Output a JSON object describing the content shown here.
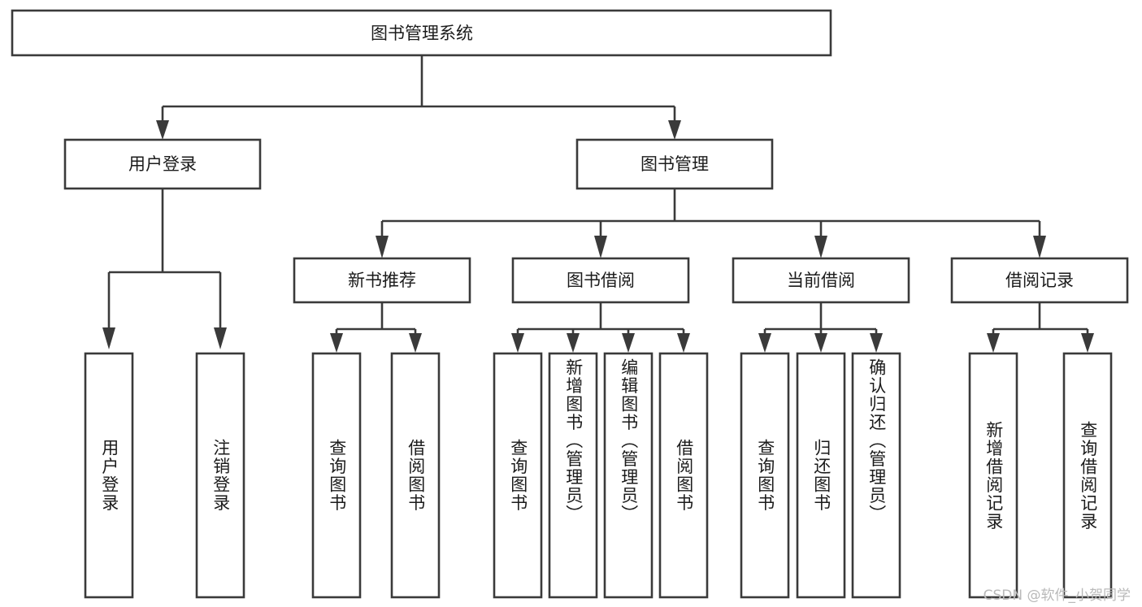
{
  "diagram": {
    "type": "tree-hierarchy-chart",
    "title": "图书管理系统",
    "watermark": "CSDN @软件_小贺同学",
    "colors": {
      "stroke": "#3a3a3a",
      "fill": "#ffffff",
      "text": "#1b1b1b",
      "watermark": "#b9b9b9"
    },
    "levels": {
      "root": {
        "label": "图书管理系统"
      },
      "level2": [
        {
          "label": "用户登录"
        },
        {
          "label": "图书管理"
        }
      ],
      "level3": [
        {
          "label": "新书推荐"
        },
        {
          "label": "图书借阅"
        },
        {
          "label": "当前借阅"
        },
        {
          "label": "借阅记录"
        }
      ]
    },
    "leaves": {
      "user_login": [
        {
          "label": "用户登录"
        },
        {
          "label": "注销登录"
        }
      ],
      "new_book_recommend": [
        {
          "label": "查询图书"
        },
        {
          "label": "借阅图书"
        }
      ],
      "book_borrow": [
        {
          "label": "查询图书"
        },
        {
          "label": "新增图书（管理员）"
        },
        {
          "label": "编辑图书（管理员）"
        },
        {
          "label": "借阅图书"
        }
      ],
      "current_borrow": [
        {
          "label": "查询图书"
        },
        {
          "label": "归还图书"
        },
        {
          "label": "确认归还（管理员）"
        }
      ],
      "borrow_record": [
        {
          "label": "新增借阅记录"
        },
        {
          "label": "查询借阅记录"
        }
      ]
    }
  }
}
